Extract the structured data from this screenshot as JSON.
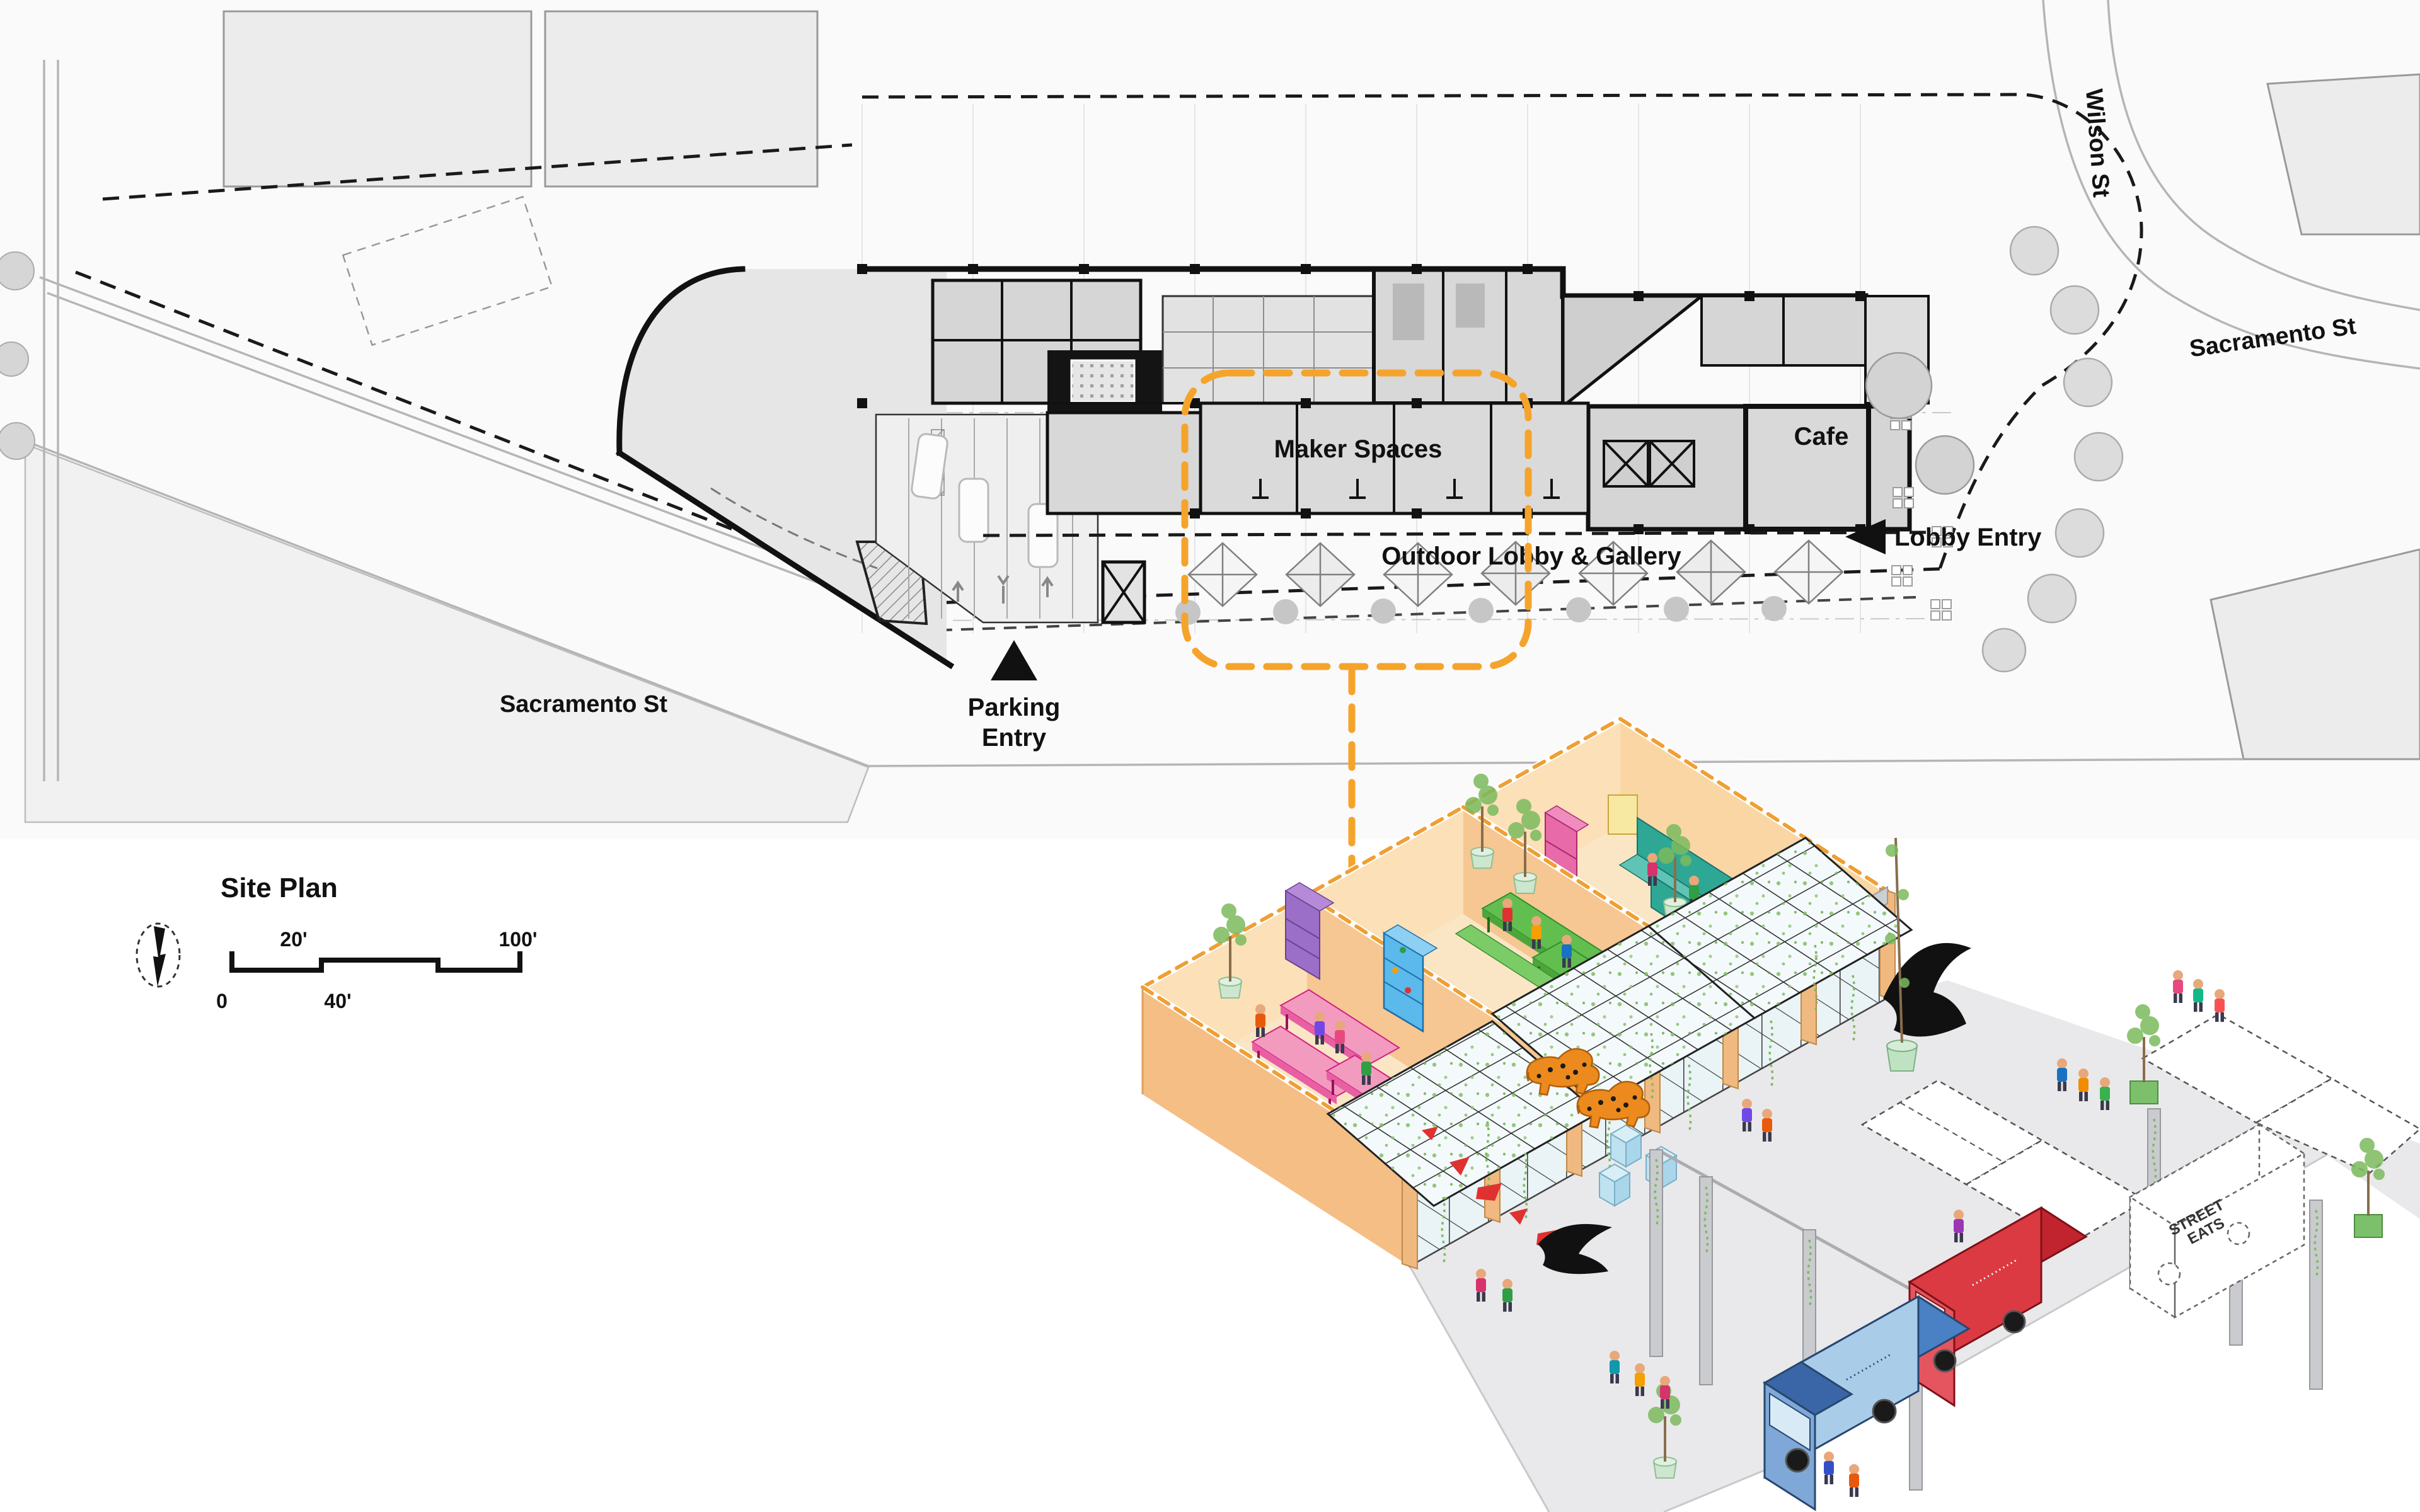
{
  "plan": {
    "title": "Site Plan",
    "labels": {
      "maker_spaces": "Maker Spaces",
      "cafe": "Cafe",
      "outdoor_lobby": "Outdoor Lobby & Gallery",
      "lobby_entry": "Lobby Entry",
      "parking_line1": "Parking",
      "parking_line2": "Entry"
    },
    "streets": {
      "wilson": "Wilson St",
      "sacramento_right": "Sacramento St",
      "sacramento_left": "Sacramento St"
    },
    "scale_bar": {
      "zero": "0",
      "twenty": "20'",
      "forty": "40'",
      "hundred": "100'"
    }
  },
  "axon": {
    "food_truck_text_line1": "STREET",
    "food_truck_text_line2": "EATS"
  },
  "colors": {
    "callout_orange": "#F5A42B",
    "wall_orange": "#F5BE85",
    "wall_light": "#FBE0B8",
    "floor_cream": "#FAE6C5",
    "plaza_gray": "#E9E9EB",
    "glass": "#F4FAFB",
    "table_pink": "#F29BBE",
    "table_green": "#62BE4F",
    "bench_teal": "#2FA795",
    "table_lavender": "#D9BCE3",
    "tiger_orange": "#EC8A1E",
    "truck_blue": "#4A80C4",
    "truck_red": "#C1242E",
    "red_accent": "#E03131",
    "vine_green": "#7CBA5E"
  }
}
